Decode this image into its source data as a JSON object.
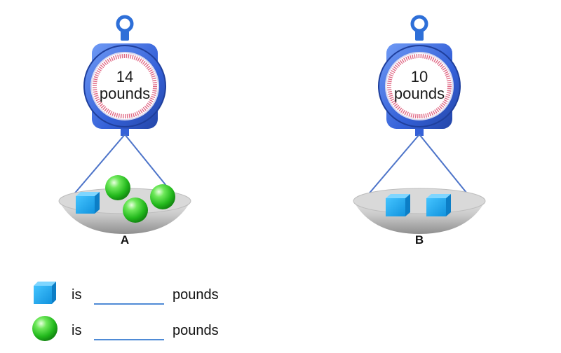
{
  "scales": [
    {
      "label": "A",
      "weight_value": "14",
      "weight_unit": "pounds",
      "contents": {
        "cubes": 1,
        "spheres": 3
      }
    },
    {
      "label": "B",
      "weight_value": "10",
      "weight_unit": "pounds",
      "contents": {
        "cubes": 2,
        "spheres": 0
      }
    }
  ],
  "questions": [
    {
      "object_icon": "blue-cube-icon",
      "is_text": "is",
      "answer": "",
      "unit_text": "pounds"
    },
    {
      "object_icon": "green-sphere-icon",
      "is_text": "is",
      "answer": "",
      "unit_text": "pounds"
    }
  ],
  "colors": {
    "dial_frame": "#3d6fe0",
    "dial_ticks": "#e06a86",
    "cube": "#1ea8ee",
    "sphere": "#3ed63a",
    "answer_line": "#4f8bd6"
  }
}
